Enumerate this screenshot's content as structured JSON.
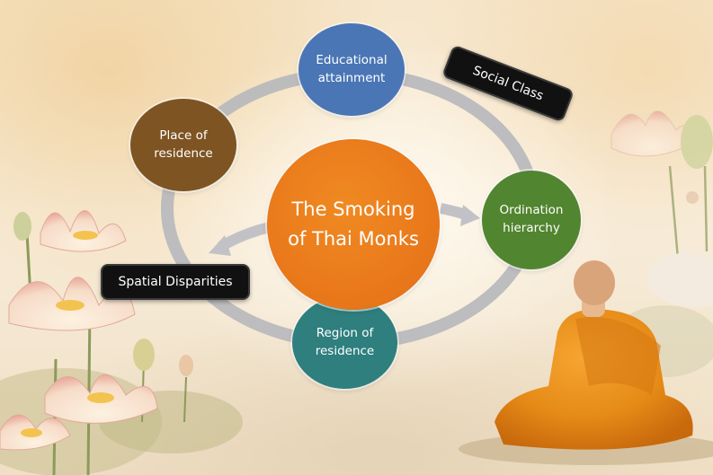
{
  "diagram": {
    "title": "The Smoking of Thai Monks",
    "center": {
      "line1": "The Smoking",
      "line2": "of Thai Monks",
      "color": "#e8761a"
    },
    "nodes": [
      {
        "id": "educational-attainment",
        "line1": "Educational",
        "line2": "attainment",
        "color": "#4a76b5"
      },
      {
        "id": "place-of-residence",
        "line1": "Place of",
        "line2": "residence",
        "color": "#7e5423"
      },
      {
        "id": "ordination-hierarchy",
        "line1": "Ordination",
        "line2": "hierarchy",
        "color": "#52852f"
      },
      {
        "id": "region-of-residence",
        "line1": "Region of",
        "line2": "residence",
        "color": "#2e7f7e"
      }
    ],
    "category_labels": [
      {
        "id": "social-class",
        "label": "Social Class"
      },
      {
        "id": "spatial-disparities",
        "label": "Spatial Disparities"
      }
    ],
    "arrows": [
      {
        "from": "The Smoking of Thai Monks",
        "to": "Ordination hierarchy"
      },
      {
        "from": "The Smoking of Thai Monks",
        "to": "Spatial Disparities"
      }
    ],
    "cycle_color": "#b9b9bd"
  },
  "illustration": {
    "figure": "monk-seated-meditating",
    "decorations": [
      "lotus-flowers-left",
      "lotus-flowers-right"
    ]
  }
}
